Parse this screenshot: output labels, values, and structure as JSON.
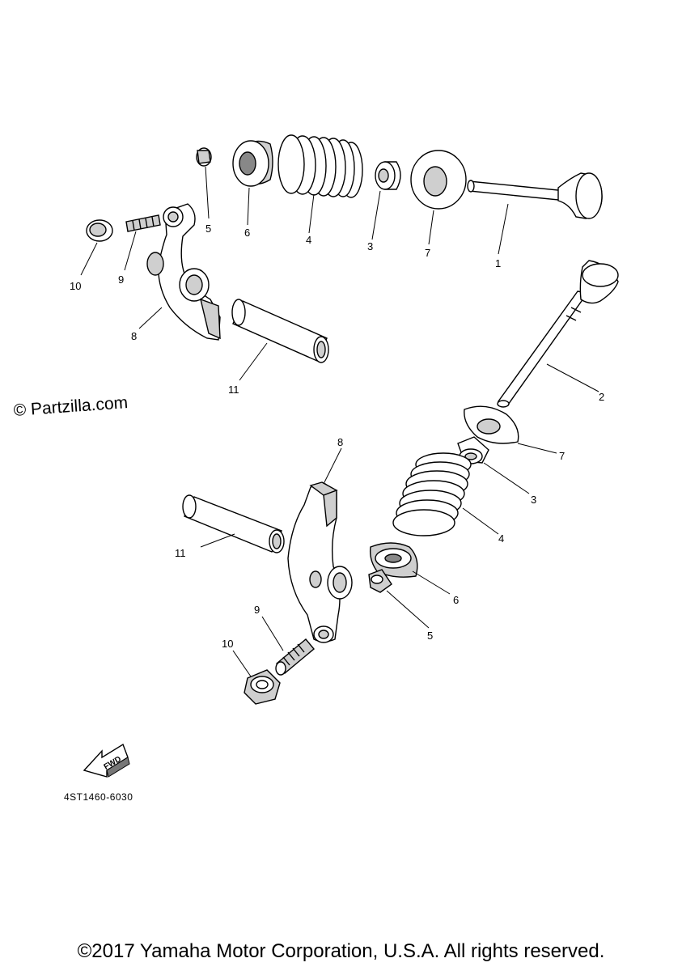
{
  "watermark": "© Partzilla.com",
  "catalog_number": "4ST1460-6030",
  "fwd_label": "FWD",
  "copyright": "©2017 Yamaha Motor Corporation, U.S.A. All rights reserved.",
  "callouts": {
    "upper": {
      "p1": "1",
      "p3": "3",
      "p4": "4",
      "p5": "5",
      "p6": "6",
      "p7": "7",
      "p8": "8",
      "p9": "9",
      "p10": "10",
      "p11": "11"
    },
    "lower": {
      "p2": "2",
      "p3": "3",
      "p4": "4",
      "p5": "5",
      "p6": "6",
      "p7": "7",
      "p8": "8",
      "p9": "9",
      "p10": "10",
      "p11": "11"
    }
  }
}
